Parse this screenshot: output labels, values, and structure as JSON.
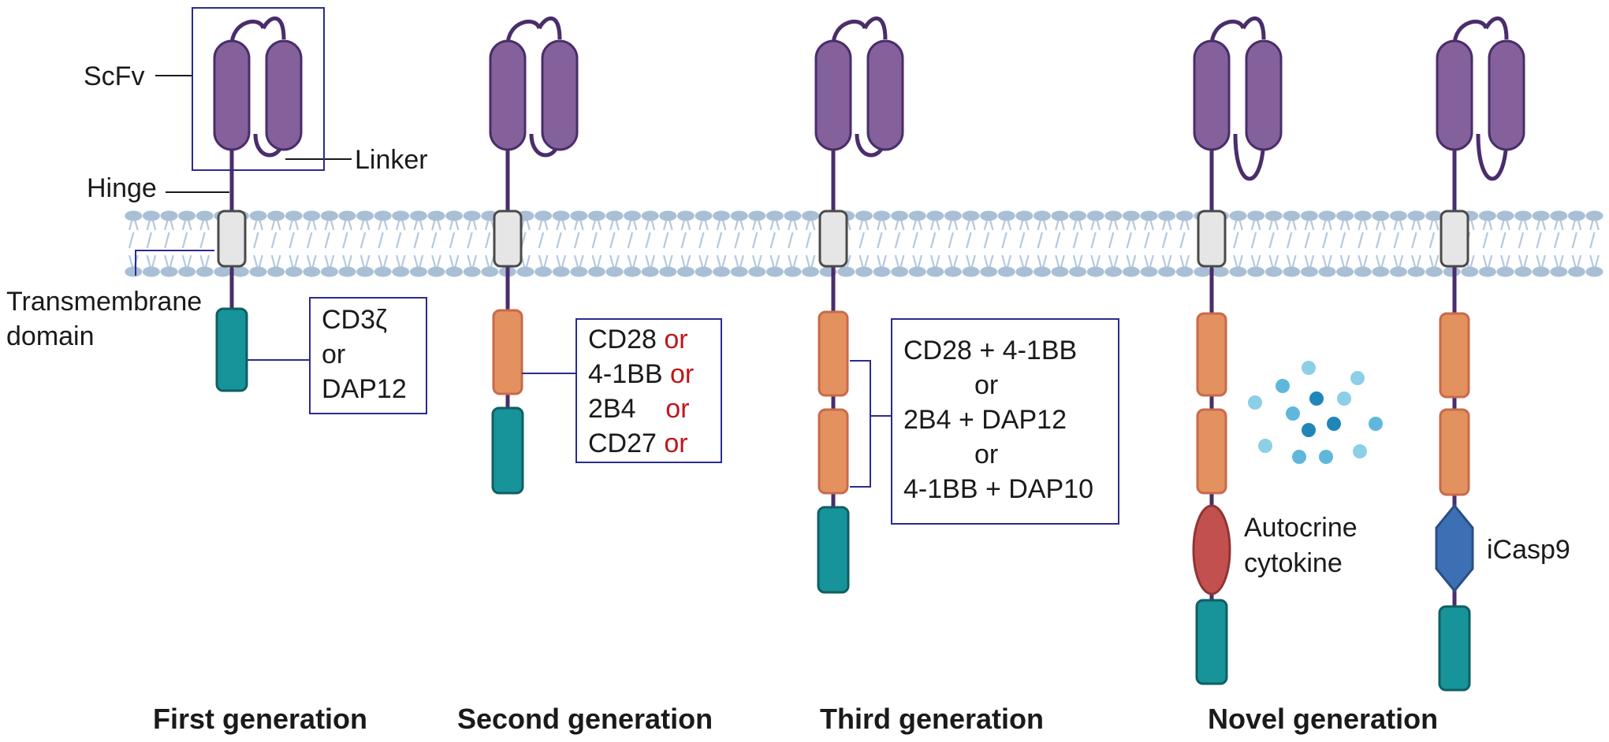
{
  "labels": {
    "scfv": "ScFv",
    "linker": "Linker",
    "hinge": "Hinge",
    "transmembrane_line1": "Transmembrane",
    "transmembrane_line2": "domain",
    "autocrine_line1": "Autocrine",
    "autocrine_line2": "cytokine",
    "icasp9": "iCasp9"
  },
  "first_gen_box": {
    "line1": "CD3ζ",
    "line2": "or",
    "line3": "DAP12"
  },
  "second_gen_box": {
    "rows": [
      {
        "text": "CD28",
        "or": "or"
      },
      {
        "text": "4-1BB",
        "or": "or"
      },
      {
        "text": "2B4",
        "or": "or"
      },
      {
        "text": "CD27",
        "or": "or"
      }
    ]
  },
  "third_gen_box": {
    "row1": "CD28 + 4-1BB",
    "or1": "or",
    "row2": "2B4 + DAP12",
    "or2": "or",
    "row3": "4-1BB + DAP10"
  },
  "generations": {
    "first": "First generation",
    "second": "Second generation",
    "third": "Third generation",
    "novel": "Novel generation"
  },
  "colors": {
    "scfv": "#84619a",
    "stalk": "#4a2d6b",
    "costim": "#e3915f",
    "cd3z": "#17939a",
    "cytokine": "#c2504f",
    "icasp9": "#3d6fb4",
    "membrane": "#a9bfd6",
    "box_border": "#2b2b8f",
    "or_text": "#c0151b"
  }
}
